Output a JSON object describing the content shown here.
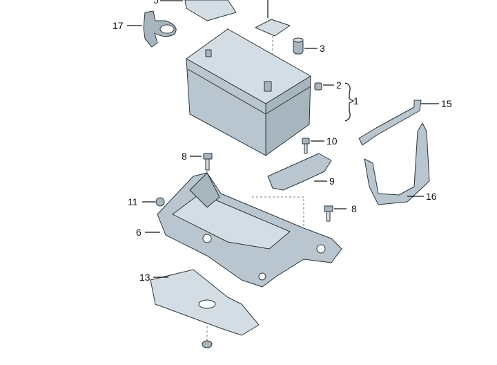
{
  "diagram": {
    "title": "Battery mounting exploded parts diagram",
    "callouts": {
      "c5": "5",
      "c17": "17",
      "c3": "3",
      "c2": "2",
      "c1": "1",
      "c15": "15",
      "c10": "10",
      "c8a": "8",
      "c9": "9",
      "c11": "11",
      "c8b": "8",
      "c16": "16",
      "c6": "6",
      "c13": "13"
    }
  }
}
